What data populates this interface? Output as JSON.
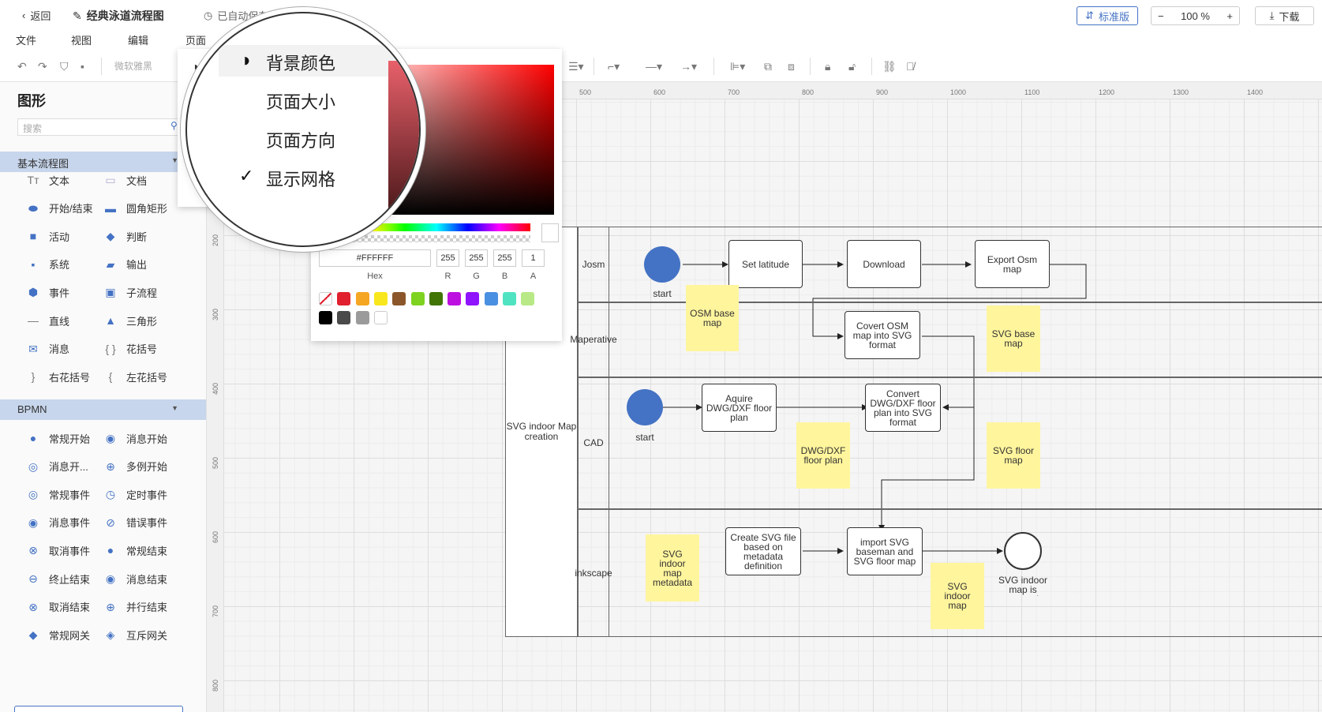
{
  "topbar": {
    "back": "返回",
    "title": "经典泳道流程图",
    "autosave": "已自动保存",
    "edition": "标准版",
    "zoom": "100 %",
    "zoom_minus": "−",
    "zoom_plus": "+",
    "download": "下载"
  },
  "menubar": {
    "items": [
      "文件",
      "视图",
      "编辑",
      "页面"
    ]
  },
  "toolbar": {
    "font": "微软雅黑"
  },
  "sidebar": {
    "title": "图形",
    "search_placeholder": "搜索",
    "basic": {
      "header": "基本流程图",
      "items": [
        "文本",
        "文档",
        "开始/结束",
        "圆角矩形",
        "活动",
        "判断",
        "系统",
        "输出",
        "事件",
        "子流程",
        "直线",
        "三角形",
        "消息",
        "花括号",
        "右花括号",
        "左花括号"
      ]
    },
    "bpmn": {
      "header": "BPMN",
      "items": [
        "常规开始",
        "消息开始",
        "消息开...",
        "多例开始",
        "常规事件",
        "定时事件",
        "消息事件",
        "错误事件",
        "取消事件",
        "常规结束",
        "终止结束",
        "消息结束",
        "取消结束",
        "并行结束",
        "常规网关",
        "互斥网关"
      ]
    }
  },
  "ruler": {
    "top": [
      "500",
      "600",
      "700",
      "800",
      "900",
      "1000",
      "1100",
      "1200",
      "1300",
      "1400"
    ],
    "left": [
      "200",
      "300",
      "400",
      "500",
      "600",
      "700",
      "800"
    ]
  },
  "page_menu": {
    "items": [
      "背景颜色",
      "页面大小",
      "页面方向",
      "显示网格"
    ],
    "checked": "显示网格",
    "partial_label": "背"
  },
  "colorpicker": {
    "hex": "#FFFFFF",
    "r": "255",
    "g": "255",
    "b": "255",
    "a": "1",
    "labels": {
      "hex": "Hex",
      "r": "R",
      "g": "G",
      "b": "B",
      "a": "A"
    },
    "swatches": [
      "none",
      "#e0202e",
      "#f5a623",
      "#f8e71c",
      "#8b572a",
      "#7ed321",
      "#417505",
      "#bd10e0",
      "#9013fe",
      "#4a90e2",
      "#50e3c2",
      "#b8e986",
      "#000000",
      "#4a4a4a",
      "#9b9b9b",
      "#ffffff"
    ]
  },
  "diagram": {
    "pool_label": "SVG indoor Map creation",
    "lanes": [
      "Josm",
      "Maperative",
      "CAD",
      "inkscape"
    ],
    "nodes": {
      "start1": "start",
      "set_latitude": "Set latitude",
      "download": "Download",
      "export_osm": "Export Osm map",
      "osm_base_map": "OSM base map",
      "covert_osm": "Covert OSM map into SVG format",
      "svg_base_map": "SVG base map",
      "start2": "start",
      "aquire_dwg": "Aquire DWG/DXF floor plan",
      "convert_dwg": "Convert DWG/DXF floor plan into SVG format",
      "dwg_floor_plan": "DWG/DXF floor plan",
      "svg_floor_map": "SVG floor map",
      "create_svg": "Create SVG file based on metadata definition",
      "import_svg": "import SVG baseman and SVG floor map",
      "svg_indoor_metadata": "SVG indoor map metadata",
      "svg_indoor_map": "SVG indoor map",
      "end_label": "SVG indoor map is created"
    }
  }
}
